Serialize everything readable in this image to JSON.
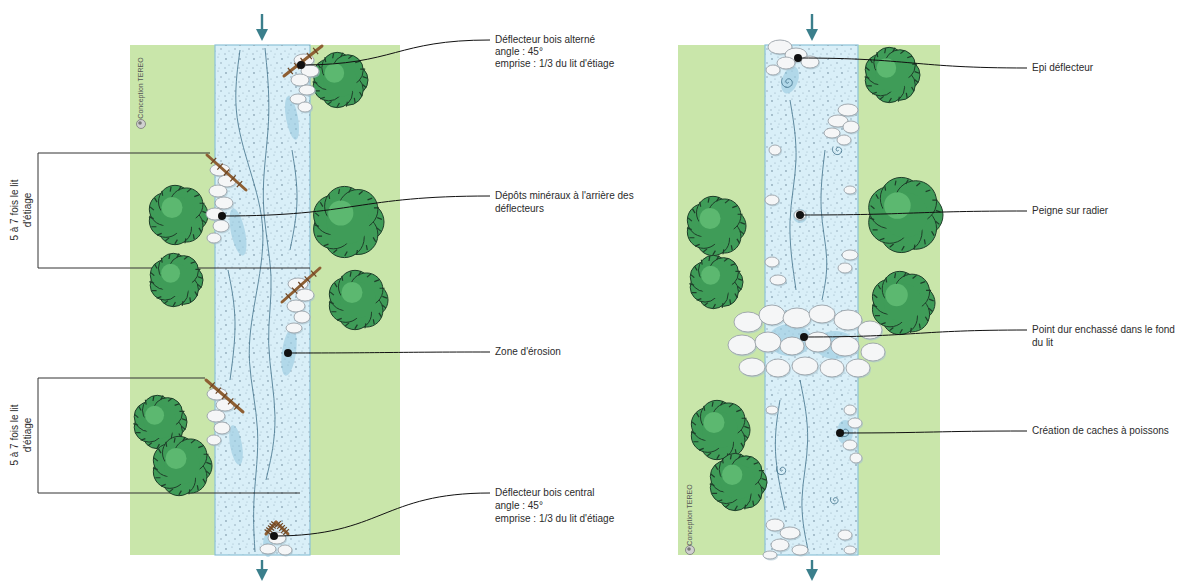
{
  "diagram": {
    "labels": [
      "Déflecteur bois alterné",
      "angle : 45°",
      "emprise : 1/3 du lit d'étiage",
      "Dépôts minéraux à l'arrière des déflecteurs",
      "Zone d'érosion",
      "Déflecteur bois central",
      "angle : 45°",
      "emprise : 1/3 du lit d'étiage",
      "5 à 7 fois le lit d'étiage",
      "5 à 7 fois le lit d'étiage",
      "Conception TEREO",
      "Conception TEREO",
      "Epi déflecteur",
      "Peigne sur radier",
      "Point dur enchassé dans le fond du lit",
      "Création de caches à poissons"
    ]
  }
}
